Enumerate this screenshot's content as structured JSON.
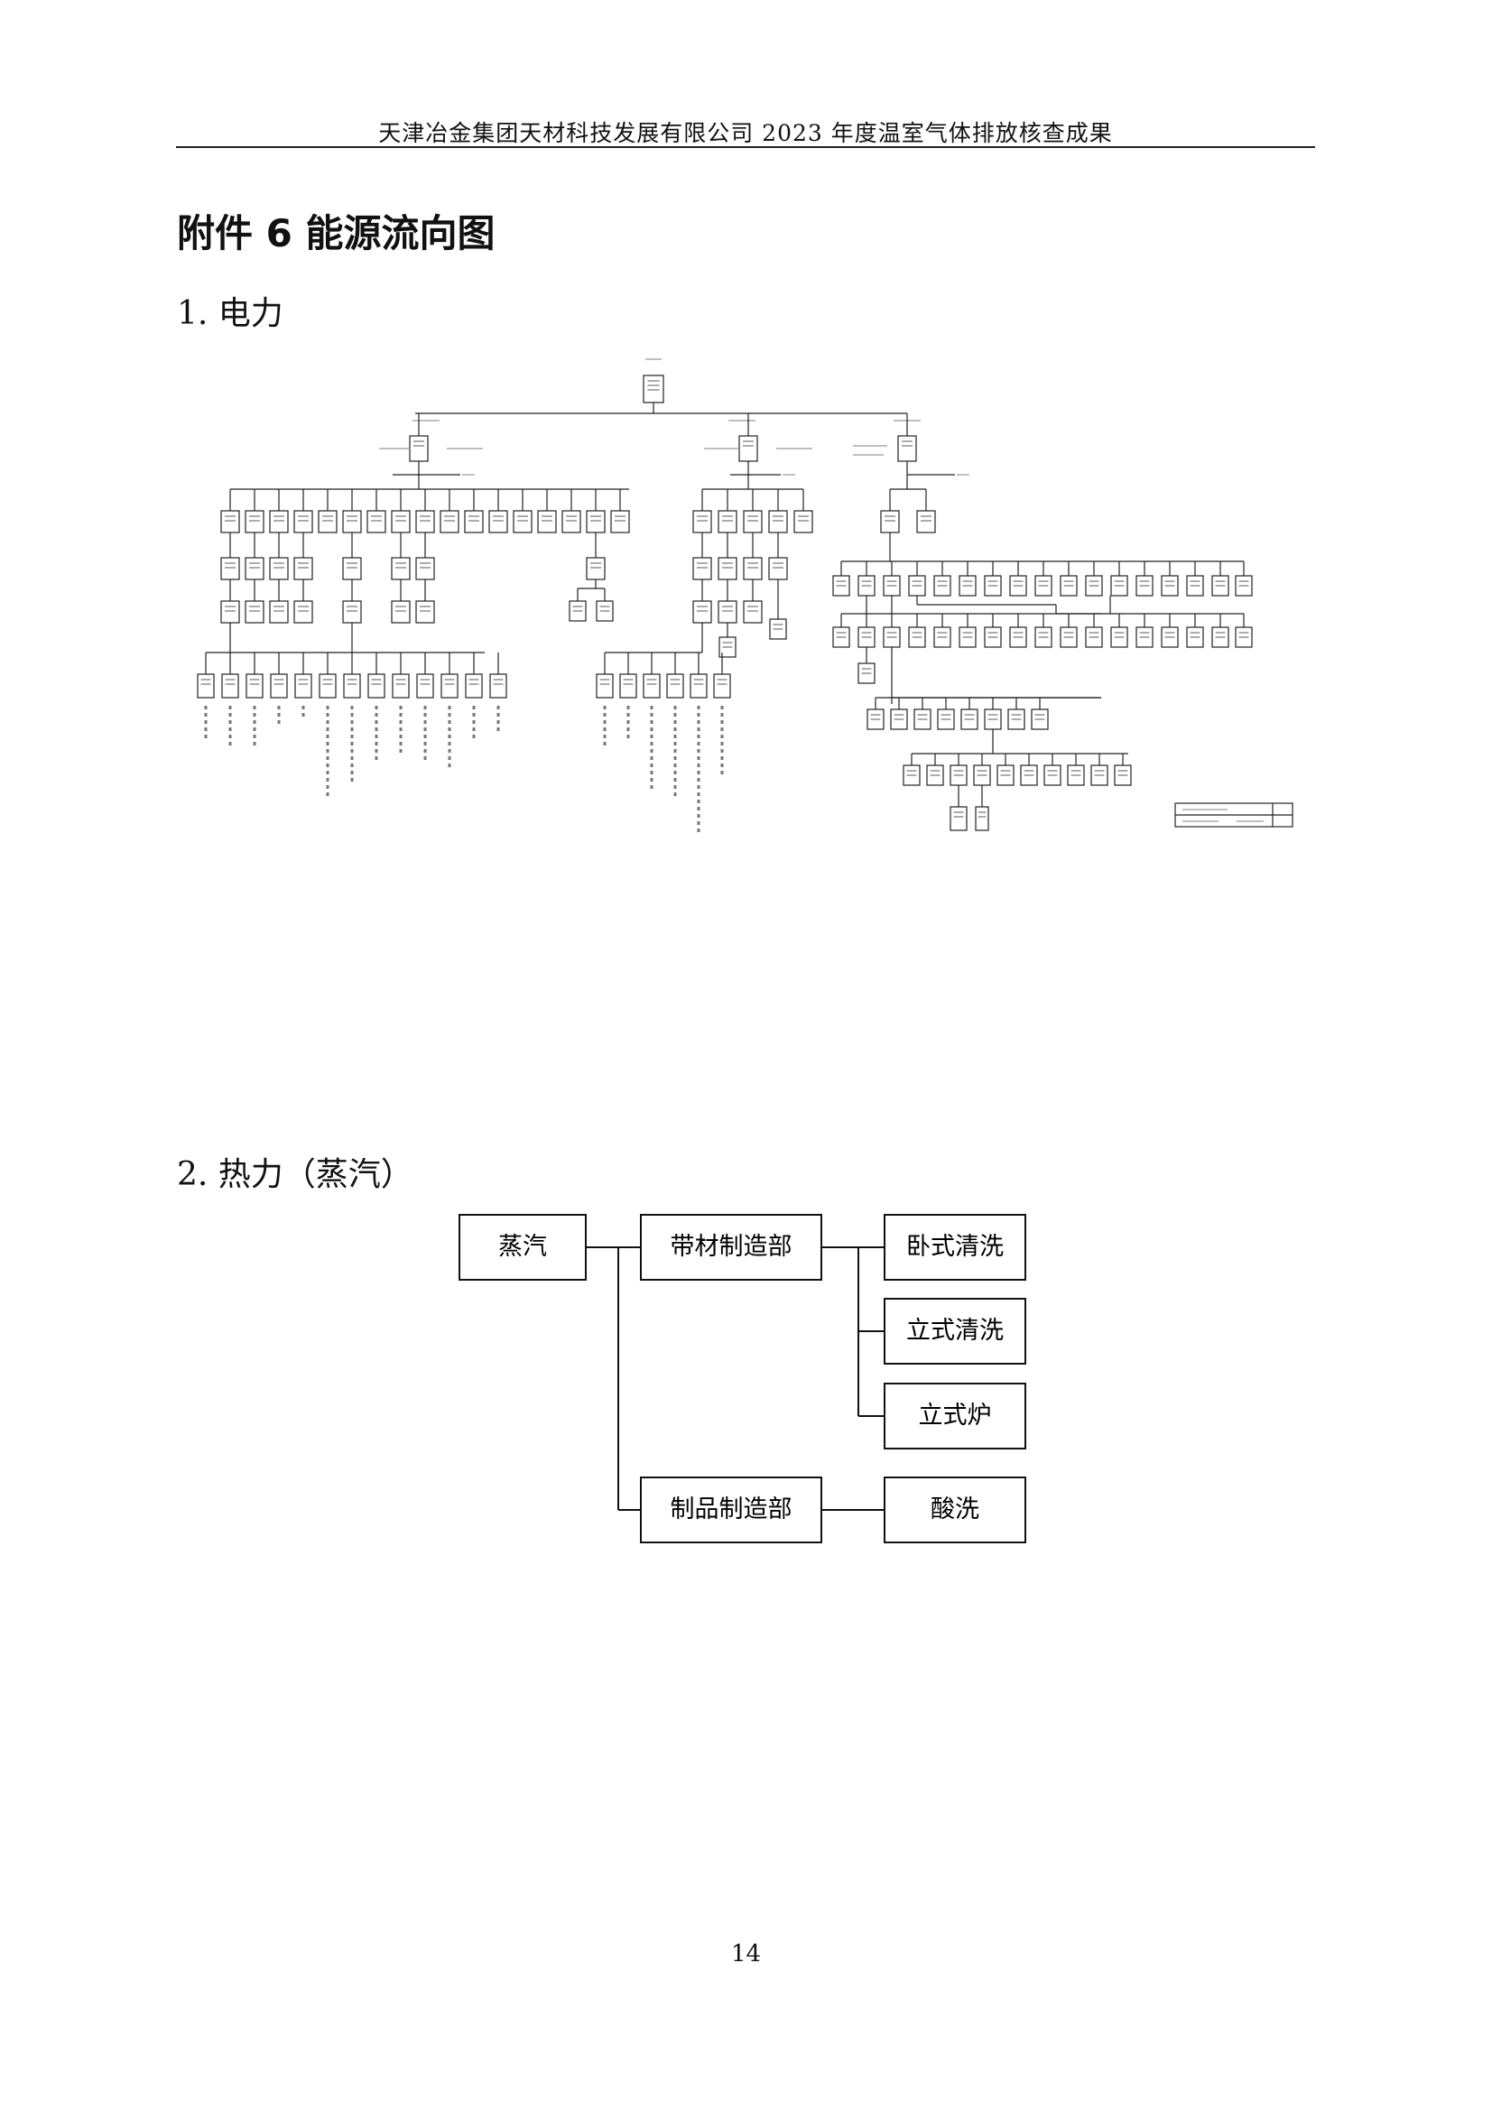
{
  "header": {
    "text": "天津冶金集团天材科技发展有限公司 2023 年度温室气体排放核查成果"
  },
  "appendix_title": "附件 6  能源流向图",
  "sections": [
    {
      "heading": "1. 电力"
    },
    {
      "heading": "2. 热力（蒸汽）"
    }
  ],
  "steam_flow": {
    "source": "蒸汽",
    "departments": [
      "带材制造部",
      "制品制造部"
    ],
    "strip_users": [
      "卧式清洗",
      "立式清洗",
      "立式炉"
    ],
    "product_users": [
      "酸洗"
    ]
  },
  "page_number": "14"
}
